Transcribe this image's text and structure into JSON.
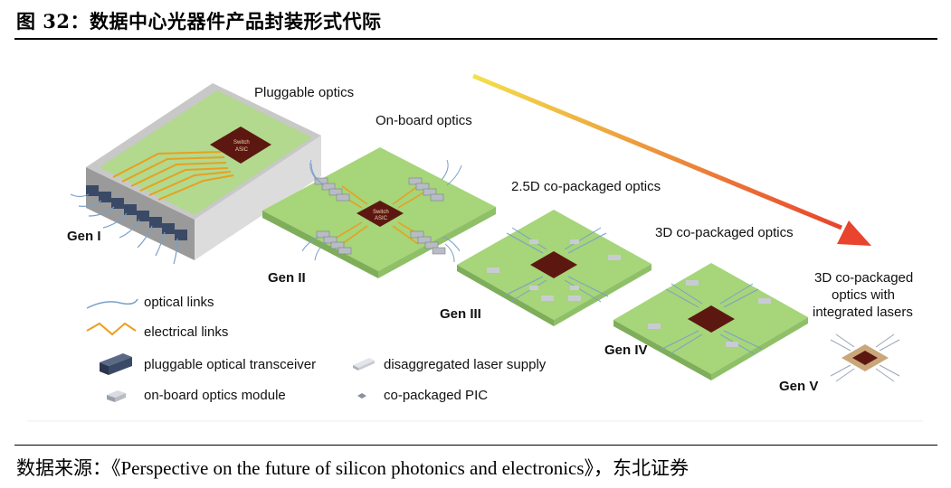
{
  "figure": {
    "title": "图 32：数据中心光器件产品封装形式代际",
    "source": "数据来源：《Perspective on the future of silicon photonics and electronics》，东北证券"
  },
  "diagram": {
    "stages": [
      {
        "label": "Pluggable optics",
        "gen": "Gen I"
      },
      {
        "label": "On-board optics",
        "gen": "Gen II"
      },
      {
        "label": "2.5D co-packaged optics",
        "gen": "Gen III"
      },
      {
        "label": "3D co-packaged optics",
        "gen": "Gen IV"
      },
      {
        "label_lines": [
          "3D co-packaged",
          "optics with",
          "integrated lasers"
        ],
        "gen": "Gen V"
      }
    ],
    "chip_text": [
      "Switch",
      "ASIC"
    ],
    "legend": {
      "optical_links": "optical links",
      "electrical_links": "electrical links",
      "pluggable_transceiver": "pluggable optical transceiver",
      "onboard_module": "on-board optics module",
      "laser_supply": "disaggregated laser supply",
      "pic": "co-packaged PIC"
    },
    "colors": {
      "board": "#a6d57a",
      "board_side": "#7fae5a",
      "chip": "#6b1d12",
      "electrical": "#e8a020",
      "optical": "#7aa0c8",
      "arrow_start": "#f2e14a",
      "arrow_end": "#e8442e"
    }
  }
}
